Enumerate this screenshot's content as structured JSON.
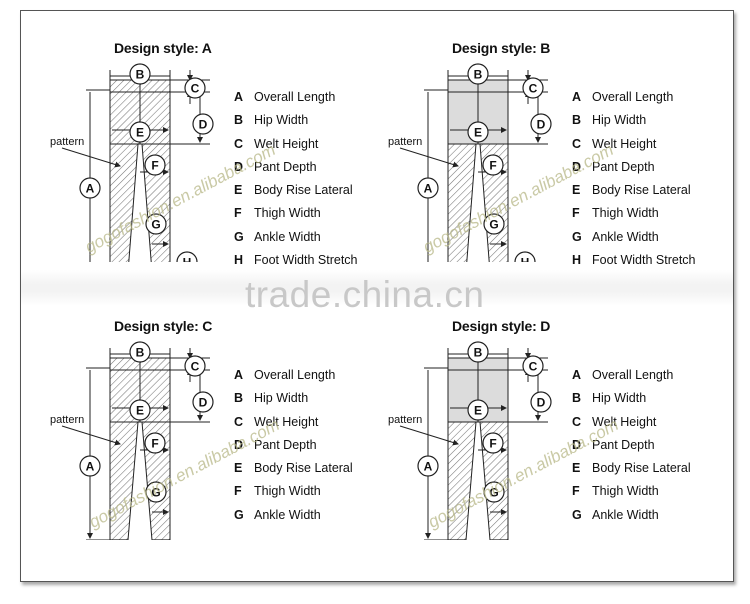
{
  "watermark": {
    "center": "trade.china.cn",
    "diagonal": "gogofashion.en.alibaba.com"
  },
  "panels": [
    {
      "title": "Design style:  A",
      "pattern_label": "pattern",
      "legend": [
        {
          "key": "A",
          "label": "Overall Length"
        },
        {
          "key": "B",
          "label": "Hip Width"
        },
        {
          "key": "C",
          "label": "Welt Height"
        },
        {
          "key": "D",
          "label": "Pant Depth"
        },
        {
          "key": "E",
          "label": "Body Rise Lateral"
        },
        {
          "key": "F",
          "label": "Thigh Width"
        },
        {
          "key": "G",
          "label": "Ankle Width"
        },
        {
          "key": "H",
          "label": "Foot Width Stretch"
        }
      ]
    },
    {
      "title": "Design style:  B",
      "pattern_label": "pattern",
      "legend": [
        {
          "key": "A",
          "label": "Overall Length"
        },
        {
          "key": "B",
          "label": "Hip Width"
        },
        {
          "key": "C",
          "label": "Welt Height"
        },
        {
          "key": "D",
          "label": "Pant Depth"
        },
        {
          "key": "E",
          "label": "Body Rise Lateral"
        },
        {
          "key": "F",
          "label": "Thigh Width"
        },
        {
          "key": "G",
          "label": "Ankle Width"
        },
        {
          "key": "H",
          "label": "Foot Width Stretch"
        }
      ]
    },
    {
      "title": "Design style:  C",
      "pattern_label": "pattern",
      "legend": [
        {
          "key": "A",
          "label": "Overall Length"
        },
        {
          "key": "B",
          "label": "Hip Width"
        },
        {
          "key": "C",
          "label": "Welt Height"
        },
        {
          "key": "D",
          "label": "Pant Depth"
        },
        {
          "key": "E",
          "label": "Body Rise Lateral"
        },
        {
          "key": "F",
          "label": "Thigh Width"
        },
        {
          "key": "G",
          "label": "Ankle Width"
        }
      ]
    },
    {
      "title": "Design style:  D",
      "pattern_label": "pattern",
      "legend": [
        {
          "key": "A",
          "label": "Overall Length"
        },
        {
          "key": "B",
          "label": "Hip Width"
        },
        {
          "key": "C",
          "label": "Welt Height"
        },
        {
          "key": "D",
          "label": "Pant Depth"
        },
        {
          "key": "E",
          "label": "Body Rise Lateral"
        },
        {
          "key": "F",
          "label": "Thigh Width"
        },
        {
          "key": "G",
          "label": "Ankle Width"
        }
      ]
    }
  ]
}
